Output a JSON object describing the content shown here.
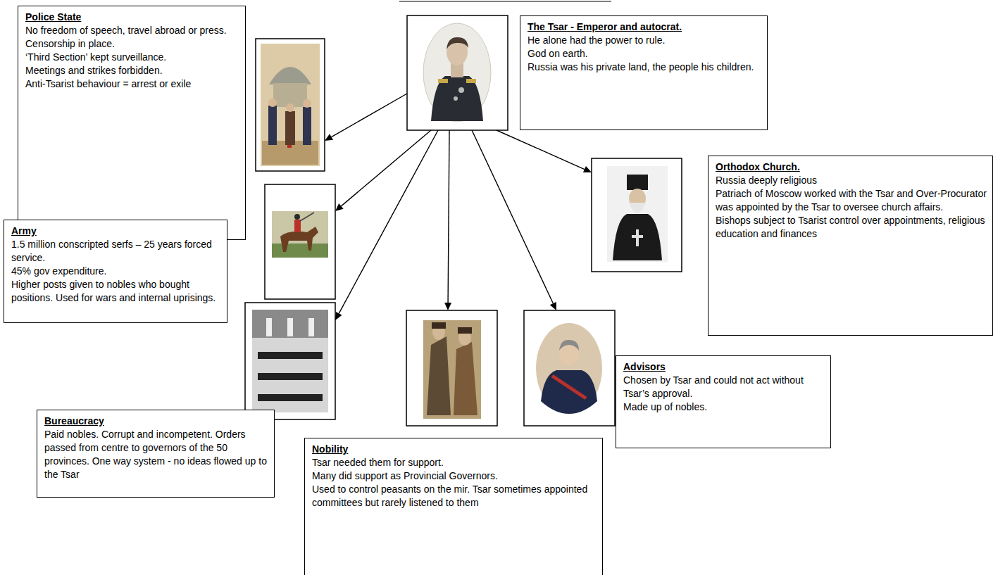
{
  "diagram": {
    "nodes": [
      {
        "text": [
          "Police State",
          "No freedom of speech, travel abroad or press. Censorship in place.",
          "‘Third Section’ kept surveillance.",
          "Meetings and strikes forbidden.",
          "Anti-Tsarist behaviour = arrest or exile"
        ]
      },
      {
        "text": [
          "The Tsar - Emperor and autocrat.",
          "He alone had the power to rule.",
          "God on earth.",
          "Russia was his private land, the people his children."
        ]
      },
      {
        "text": [
          "Orthodox Church.",
          "Russia deeply religious",
          "Patriach of Moscow worked with the Tsar and Over-Procurator was appointed by the Tsar to oversee church affairs.",
          "Bishops subject to Tsarist control over appointments, religious education and finances"
        ]
      },
      {
        "text": [
          "Army",
          "1.5 million conscripted serfs – 25 years forced service.",
          "45% gov expenditure.",
          "Higher posts given to nobles who bought positions. Used for wars and internal uprisings."
        ]
      },
      {
        "text": [
          "Advisors",
          "Chosen by Tsar and could not act without Tsar’s approval.",
          "Made up of nobles."
        ]
      },
      {
        "text": [
          "Bureaucracy",
          "Paid nobles. Corrupt and incompetent. Orders passed from centre to governors of the 50 provinces. One way system - no ideas flowed up to the Tsar"
        ]
      },
      {
        "text": [
          "Nobility",
          "Tsar needed them for support.",
          "Many did support as Provincial Governors.",
          "Used to control peasants on the mir. Tsar sometimes appointed committees but rarely listened to them"
        ]
      }
    ],
    "edges": [
      {
        "from": 1,
        "to": 0,
        "arrow": "to"
      },
      {
        "from": 1,
        "to": 2,
        "arrow": "to"
      },
      {
        "from": 1,
        "to": 3,
        "arrow": "to"
      },
      {
        "from": 1,
        "to": 4,
        "arrow": "to"
      },
      {
        "from": 1,
        "to": 5,
        "arrow": "to"
      },
      {
        "from": 1,
        "to": 6,
        "arrow": "to"
      }
    ]
  }
}
